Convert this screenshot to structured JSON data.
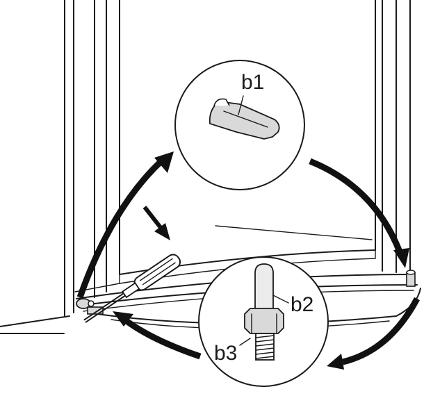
{
  "labels": {
    "b1": "b1",
    "b2": "b2",
    "b3": "b3"
  },
  "colors": {
    "line": "#1a1a1a",
    "background": "#ffffff",
    "part_fill": "#d9d9d9"
  }
}
